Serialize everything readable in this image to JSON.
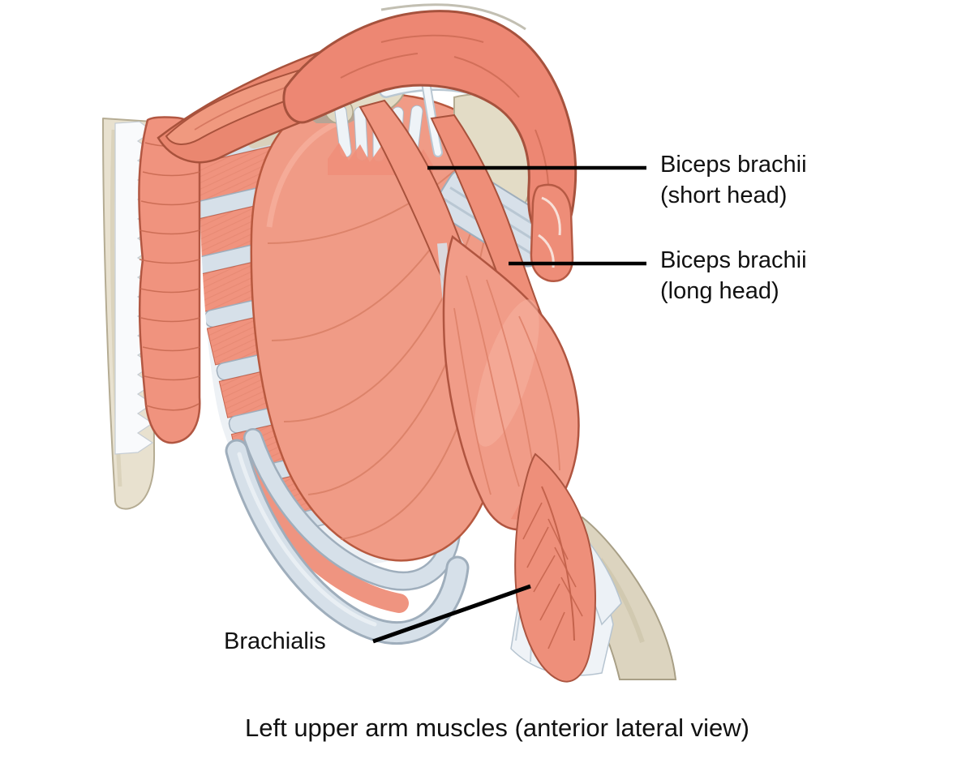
{
  "figure": {
    "labels": {
      "biceps_short": "Biceps brachii\n(short head)",
      "biceps_long": "Biceps brachii\n(long head)",
      "brachialis": "Brachialis"
    },
    "caption": "Left upper arm muscles (anterior lateral view)"
  },
  "palette": {
    "background": "#FFFFFF",
    "muscle": "#F0937E",
    "muscle_light": "#F6B2A0",
    "muscle_shadow": "#E07E67",
    "muscle_outline": "#A8523C",
    "bone": "#E8E1CF",
    "cartilage": "#D9D0B9",
    "rib_blue": "#D6E0E9",
    "tendon_white": "#F3F7FA",
    "tendon_edge": "#B9C7D2",
    "label_text": "#111111",
    "leader_line": "#000000"
  }
}
